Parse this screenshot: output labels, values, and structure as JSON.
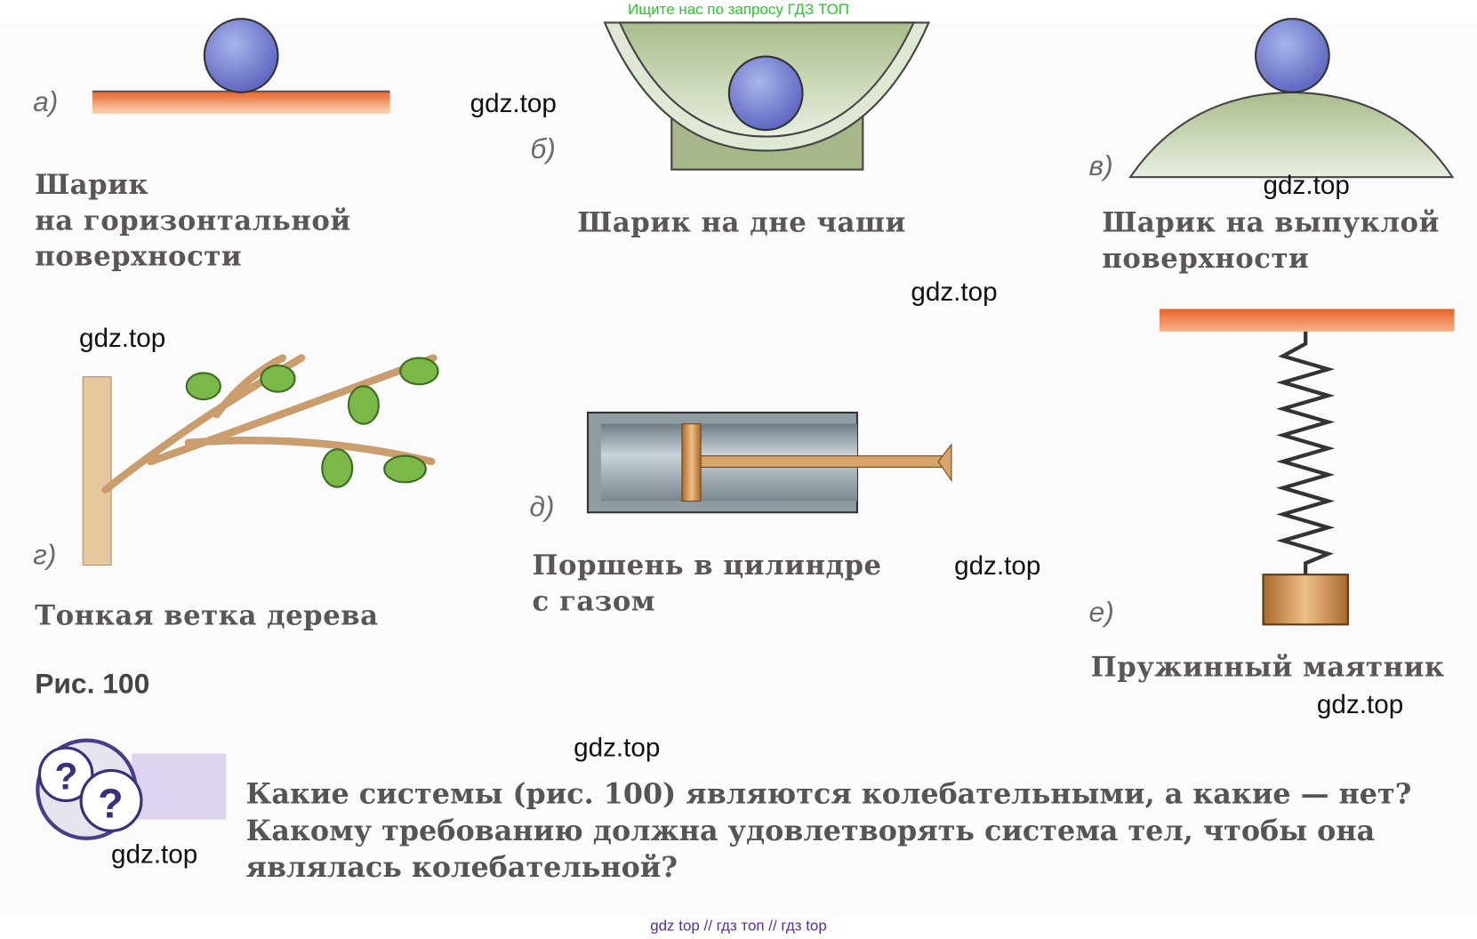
{
  "banner_top": "Ищите нас по запросу ГДЗ ТОП",
  "banner_bottom": "gdz top  //  гдз топ  //  гдз top",
  "watermark": "gdz.top",
  "panels": [
    {
      "letter": "а)",
      "caption": [
        "Шарик",
        "на горизонтальной",
        "поверхности"
      ]
    },
    {
      "letter": "б)",
      "caption": [
        "Шарик на дне чаши"
      ]
    },
    {
      "letter": "в)",
      "caption": [
        "Шарик на выпуклой",
        "поверхности"
      ]
    },
    {
      "letter": "г)",
      "caption": [
        "Тонкая ветка дерева"
      ]
    },
    {
      "letter": "д)",
      "caption": [
        "Поршень в цилиндре",
        "с газом"
      ]
    },
    {
      "letter": "е)",
      "caption": [
        "Пружинный маятник"
      ]
    }
  ],
  "figure_label": "Рис. 100",
  "question": [
    "Какие системы (рис. 100) являются колебательными, а какие — нет?",
    "Какому требованию должна удовлетворять система тел, чтобы она",
    "являлась колебательной?"
  ]
}
